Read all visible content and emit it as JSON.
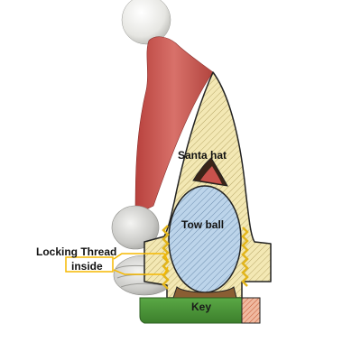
{
  "labels": {
    "santa_hat": "Santa hat",
    "tow_ball": "Tow ball",
    "locking_thread_line1": "Locking Thread",
    "locking_thread_line2": "inside",
    "key": "Key"
  },
  "colors": {
    "hat_section": "#f3e8b4",
    "hat_hatch": "#b9a96a",
    "hat_outline": "#222222",
    "red_hat_body": "#c7524d",
    "tow_ball_fill": "#b9d3ea",
    "tow_ball_hatch": "#6f8fb0",
    "key_green": "#4e9a3b",
    "thread_yellow": "#e2b51c",
    "callout_box": "#f5b800",
    "white_ball": "#ececea",
    "nut_chrome": "#c8c8c8"
  }
}
